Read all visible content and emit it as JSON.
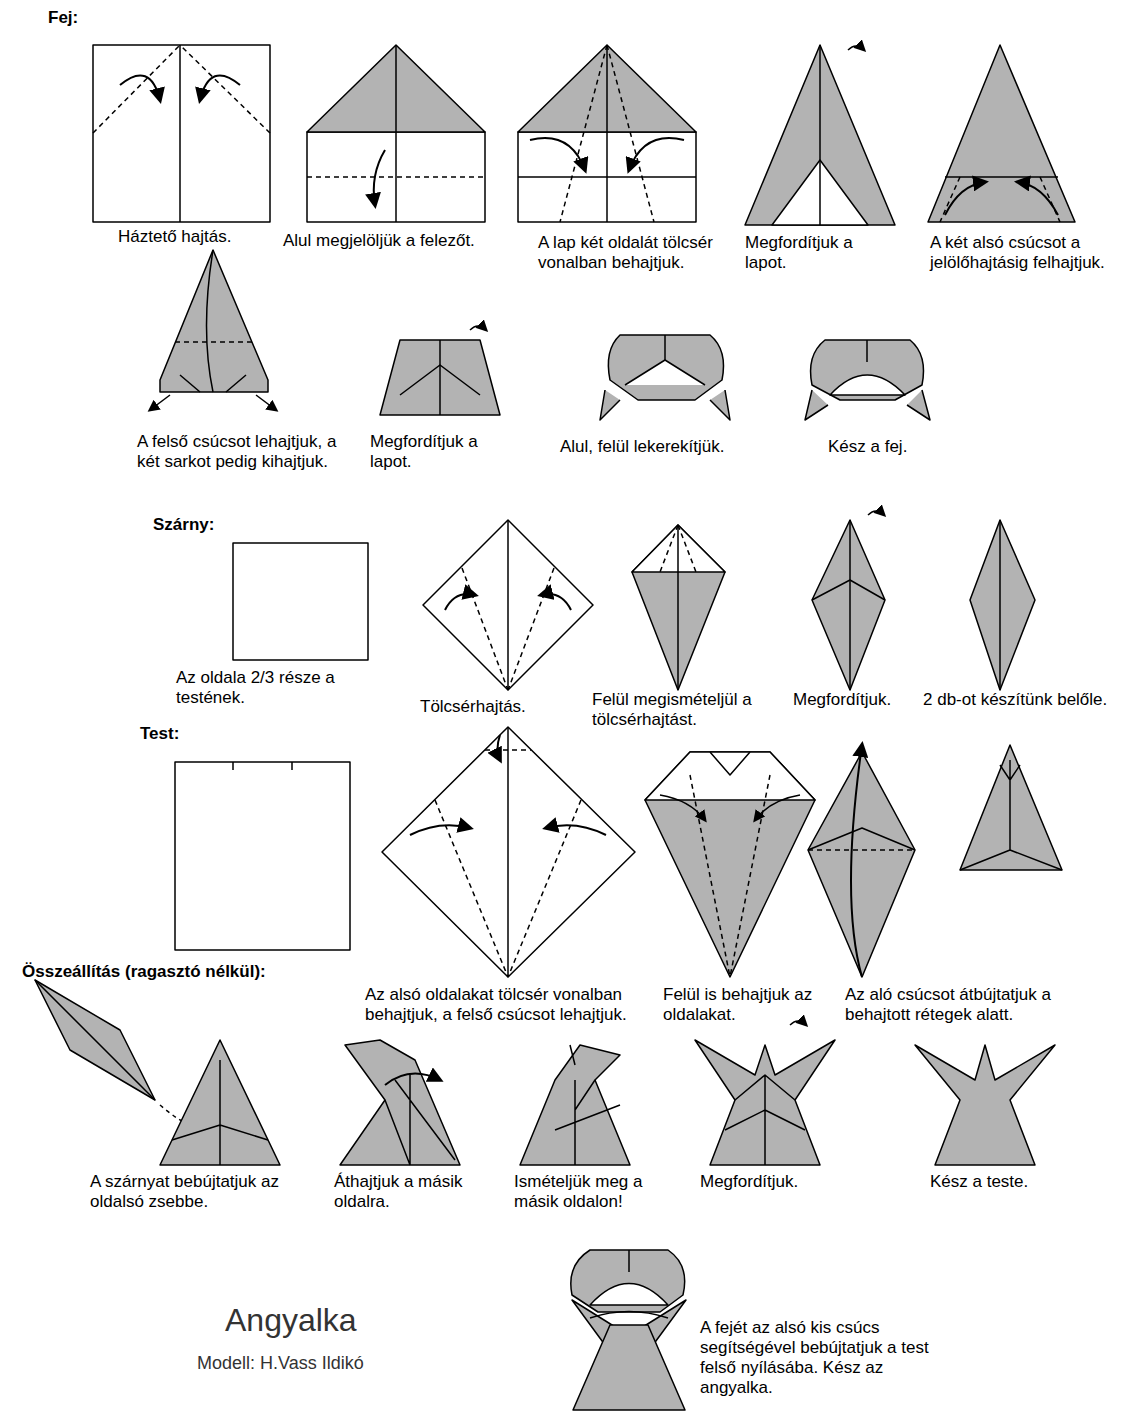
{
  "diagram": {
    "title": "Angyalka",
    "caption": "Modell: H.Vass Ildikó",
    "labels": [
      "Fej:",
      "Háztető hajtás.",
      "Alul megjelöljük a felezőt.",
      "A lap két oldalát tölcsér vonalban behajtjuk.",
      "Megfordítjuk a lapot.",
      "A két alsó csúcsot a jelölőhajtásig felhajtjuk.",
      "A felső csúcsot lehajtjuk, a két sarkot pedig kihajtjuk.",
      "Megfordítjuk a lapot.",
      "Alul, felül lekerekítjük.",
      "Kész a fej.",
      "Szárny:",
      "Az oldala 2/3 része a testének.",
      "Tölcsérhajtás.",
      "Felül megismételjül a tölcsérhajtást.",
      "Megfordítjuk.",
      "2 db-ot készítünk belőle.",
      "Test:",
      "Összeállítás (ragasztó nélkül):",
      "Az alsó oldalakat tölcsér vonalban behajtjuk, a felső csúcsot lehajtjuk.",
      "Felül is behajtjuk az oldalakat.",
      "Az aló csúcsot átbújtatjuk a behajtott rétegek alatt.",
      "A szárnyat bebújtatjuk az oldalsó zsebbe.",
      "Áthajtjuk a másik oldalra.",
      "Ismételjük meg a másik oldalon!",
      "Megfordítjuk.",
      "Kész a teste.",
      "A fejét az alsó kis csúcs segítségével bebújtatjuk a test felső nyílásába. Kész az angyalka."
    ]
  }
}
